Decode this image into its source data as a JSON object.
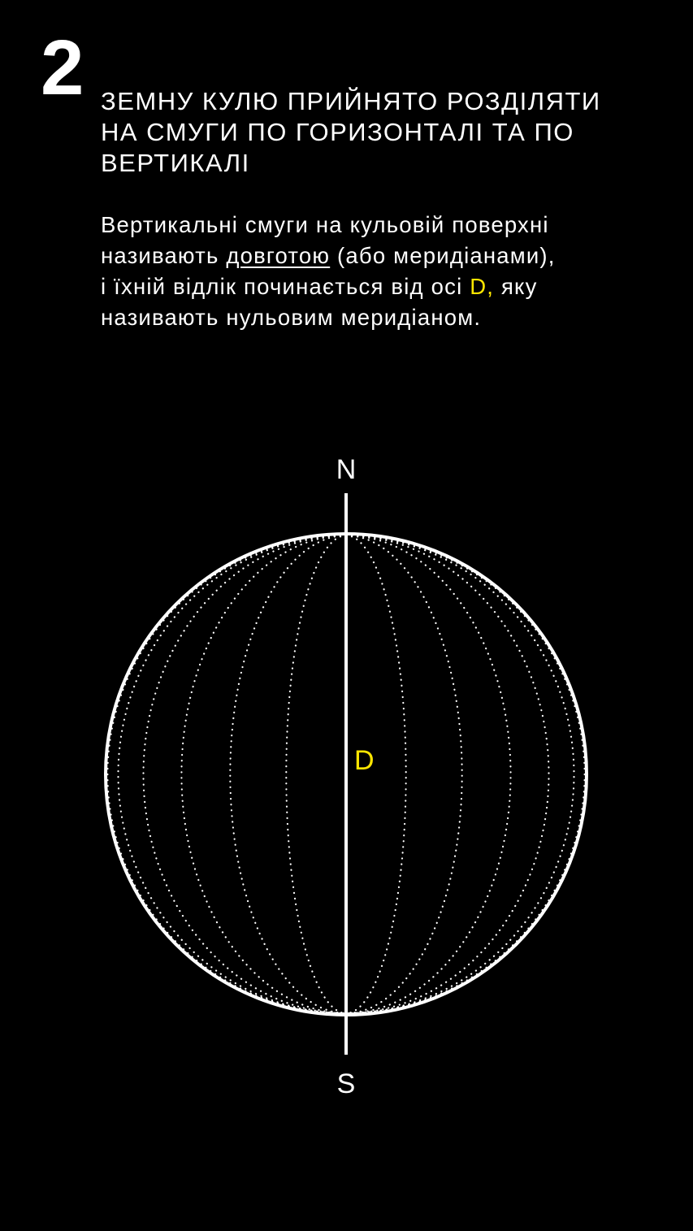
{
  "step": {
    "number": "2"
  },
  "heading": {
    "line1": "ЗЕМНУ КУЛЮ ПРИЙНЯТО РОЗДІЛЯТИ",
    "line2": "НА СМУГИ ПО ГОРИЗОНТАЛІ ТА ПО",
    "line3": "ВЕРТИКАЛІ"
  },
  "paragraph": {
    "line1": "Вертикальні смуги на кульовій поверхні",
    "line2_before": "називають ",
    "line2_term": "довготою",
    "line2_after": " (або меридіанами),",
    "line3_before": "і їхній відлік починається від осі ",
    "line3_axis": "D,",
    "line3_after": " яку",
    "line4": "називають нульовим меридіаном."
  },
  "diagram": {
    "north_label": "N",
    "south_label": "S",
    "axis_label": "D",
    "meridian_count_per_side": 6
  },
  "colors": {
    "background": "#000000",
    "foreground": "#ffffff",
    "accent": "#ffe600"
  }
}
